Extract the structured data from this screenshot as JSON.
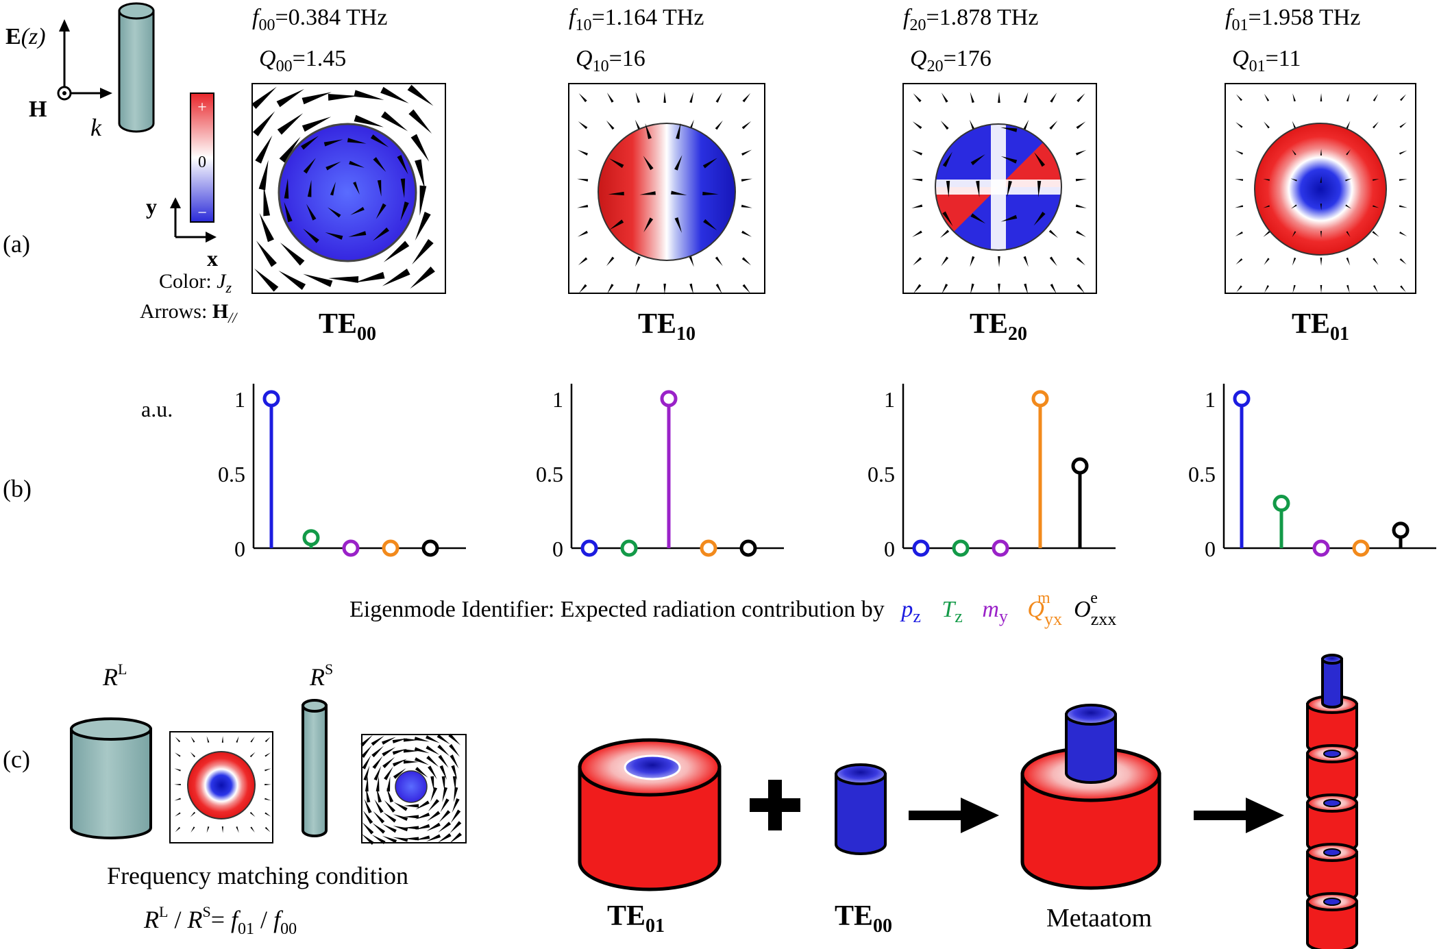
{
  "panel_labels": [
    "(a)",
    "(b)",
    "(c)"
  ],
  "axes_legend": {
    "e_label": "E",
    "e_paren": "(z)",
    "h_label": "H",
    "k_label": "k",
    "y_label": "y",
    "x_label": "x"
  },
  "colorbar": {
    "plus": "+",
    "zero": "0",
    "minus": "−",
    "top_color": "#e8262b",
    "bottom_color": "#2a2ad8"
  },
  "color_note": {
    "prefix": "Color: ",
    "var": "J",
    "sub": "z"
  },
  "arrow_note": {
    "prefix": "Arrows: ",
    "var": "H",
    "sub": "//"
  },
  "modes": [
    {
      "f_sym": "f",
      "f_sub": "00",
      "f_val": "=0.384 THz",
      "q_sym": "Q",
      "q_sub": "00",
      "q_val": "=1.45",
      "name": "TE",
      "name_sub": "00"
    },
    {
      "f_sym": "f",
      "f_sub": "10",
      "f_val": "=1.164 THz",
      "q_sym": "Q",
      "q_sub": "10",
      "q_val": "=16",
      "name": "TE",
      "name_sub": "10"
    },
    {
      "f_sym": "f",
      "f_sub": "20",
      "f_val": "=1.878 THz",
      "q_sym": "Q",
      "q_sub": "20",
      "q_val": "=176",
      "name": "TE",
      "name_sub": "20"
    },
    {
      "f_sym": "f",
      "f_sub": "01",
      "f_val": "=1.958 THz",
      "q_sym": "Q",
      "q_sub": "01",
      "q_val": "=11",
      "name": "TE",
      "name_sub": "01"
    }
  ],
  "stem_colors": [
    "#1c1ce0",
    "#139a48",
    "#9a22c8",
    "#f28a1c",
    "#000000"
  ],
  "chart_data": [
    {
      "type": "stem",
      "ylabel": "a.u.",
      "yticks": [
        "0",
        "0.5",
        "1"
      ],
      "ylim": [
        0,
        1.1
      ],
      "values": [
        1.0,
        0.07,
        0.0,
        0.0,
        0.0
      ]
    },
    {
      "type": "stem",
      "yticks": [
        "0",
        "0.5",
        "1"
      ],
      "ylim": [
        0,
        1.1
      ],
      "values": [
        0.0,
        0.0,
        1.0,
        0.0,
        0.0
      ]
    },
    {
      "type": "stem",
      "yticks": [
        "0",
        "0.5",
        "1"
      ],
      "ylim": [
        0,
        1.1
      ],
      "values": [
        0.0,
        0.0,
        0.0,
        1.0,
        0.55
      ]
    },
    {
      "type": "stem",
      "yticks": [
        "0",
        "0.5",
        "1"
      ],
      "ylim": [
        0,
        1.1
      ],
      "values": [
        1.0,
        0.3,
        0.0,
        0.0,
        0.12
      ]
    }
  ],
  "identifier": {
    "text": "Eigenmode Identifier: Expected radiation contribution by",
    "items": [
      {
        "sym": "p",
        "sub": "z",
        "sup": ""
      },
      {
        "sym": "T",
        "sub": "z",
        "sup": ""
      },
      {
        "sym": "m",
        "sub": "y",
        "sup": ""
      },
      {
        "sym": "Q",
        "sub": "yx",
        "sup": "m"
      },
      {
        "sym": "O",
        "sub": "zxx",
        "sup": "e"
      }
    ]
  },
  "panel_c": {
    "rl_sym": "R",
    "rl_sup": "L",
    "rs_sym": "R",
    "rs_sup": "S",
    "caption": "Frequency matching condition",
    "eq": {
      "r1": "R",
      "r1_sup": "L",
      "slash": " / ",
      "r2": "R",
      "r2_sup": "S",
      "eq": "= ",
      "f1": "f",
      "f1_sub": "01",
      "slash2": " / ",
      "f2": "f",
      "f2_sub": "00"
    },
    "te01": {
      "name": "TE",
      "sub": "01"
    },
    "te00": {
      "name": "TE",
      "sub": "00"
    },
    "plus": "+",
    "metaatom": "Metaatom",
    "red": "#f01c1c",
    "blue": "#2a2ad0"
  }
}
